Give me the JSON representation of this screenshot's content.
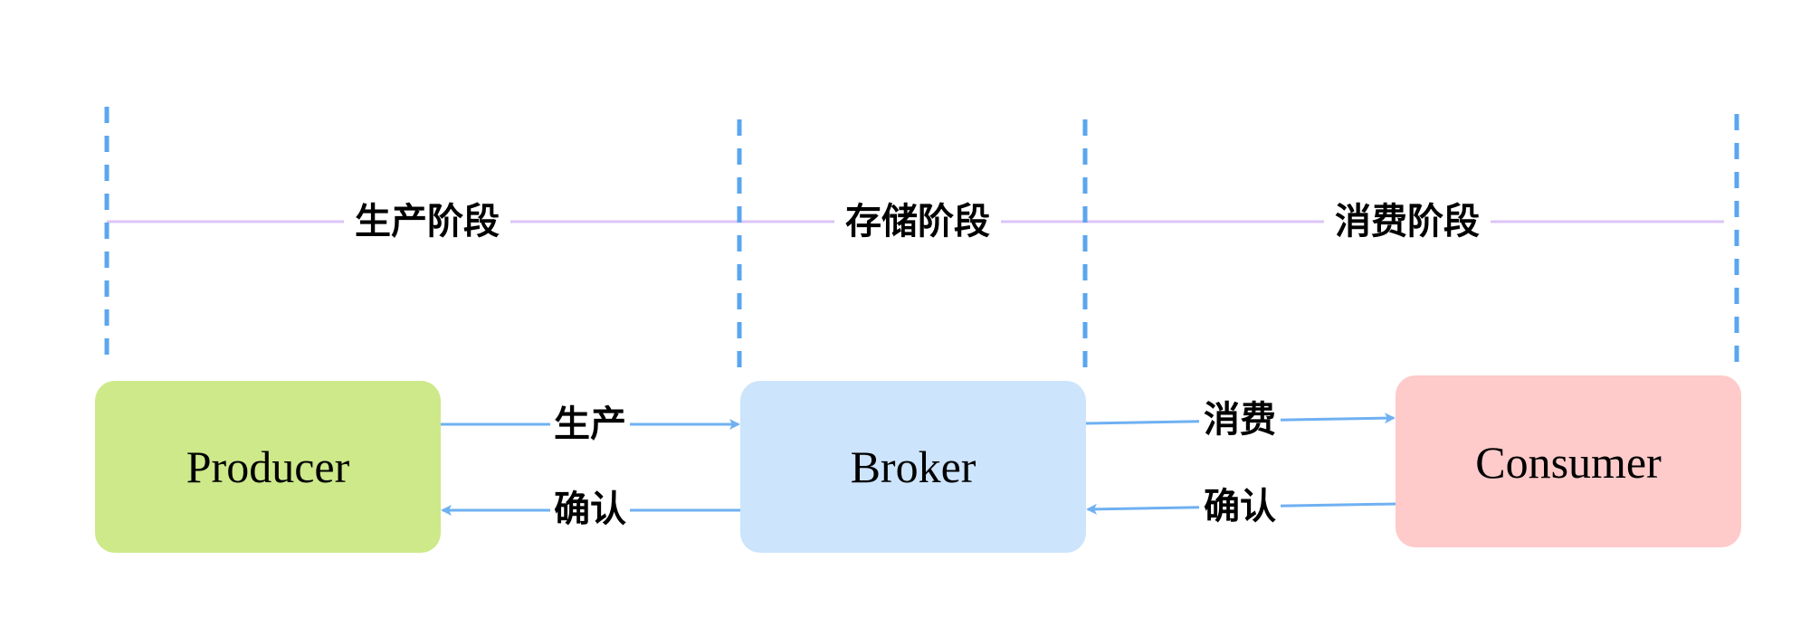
{
  "stages": [
    {
      "id": "produce",
      "label": "生产阶段"
    },
    {
      "id": "store",
      "label": "存储阶段"
    },
    {
      "id": "consume",
      "label": "消费阶段"
    }
  ],
  "nodes": [
    {
      "id": "producer",
      "label": "Producer",
      "color": "#cde98a"
    },
    {
      "id": "broker",
      "label": "Broker",
      "color": "#cce4fc"
    },
    {
      "id": "consumer",
      "label": "Consumer",
      "color": "#fecaca"
    }
  ],
  "edges": [
    {
      "id": "produce",
      "from": "producer",
      "to": "broker",
      "label": "生产"
    },
    {
      "id": "ack-broker",
      "from": "broker",
      "to": "producer",
      "label": "确认"
    },
    {
      "id": "consume",
      "from": "broker",
      "to": "consumer",
      "label": "消费"
    },
    {
      "id": "ack-consumer",
      "from": "consumer",
      "to": "broker",
      "label": "确认"
    }
  ],
  "colors": {
    "divider": "#5aa6ef",
    "timeline": "#dcc4f6",
    "arrow": "#6fb0f2"
  }
}
